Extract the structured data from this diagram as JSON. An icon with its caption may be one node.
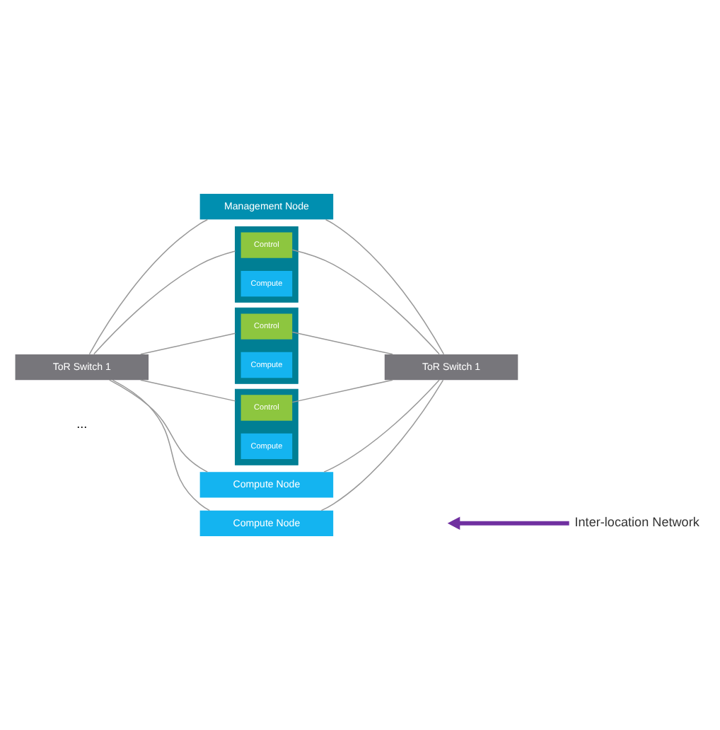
{
  "diagram": {
    "nodes": [
      {
        "text": [
          "ToR Switch 1"
        ]
      },
      {
        "text": [
          "ToR Switch 1"
        ]
      },
      {
        "text": [
          "Management Node"
        ]
      },
      {
        "text": [],
        "shape": "box"
      },
      {
        "text": [
          "Control"
        ],
        "in": 3
      },
      {
        "text": [
          "Compute"
        ],
        "in": 3
      },
      {
        "text": [],
        "shape": "box"
      },
      {
        "text": [
          "Control"
        ],
        "in": 6
      },
      {
        "text": [
          "Compute"
        ],
        "in": 6
      },
      {
        "text": [],
        "shape": "box"
      },
      {
        "text": [
          "Control"
        ],
        "in": 9
      },
      {
        "text": [
          "Compute"
        ],
        "in": 9
      },
      {
        "text": [
          "Compute Node"
        ]
      },
      {
        "text": [
          "Compute Node"
        ]
      },
      {
        "text": [
          "Inter-location Network"
        ]
      }
    ],
    "edges": [
      {
        "from": 0,
        "to": 2,
        "arrow": "none"
      },
      {
        "from": 0,
        "to": 3,
        "arrow": "none"
      },
      {
        "from": 0,
        "to": 6,
        "arrow": "none"
      },
      {
        "from": 0,
        "to": 9,
        "arrow": "none"
      },
      {
        "from": 0,
        "to": 12,
        "arrow": "none"
      },
      {
        "from": 0,
        "to": 13,
        "arrow": "none"
      },
      {
        "from": 1,
        "to": 2,
        "arrow": "none"
      },
      {
        "from": 1,
        "to": 3,
        "arrow": "none"
      },
      {
        "from": 1,
        "to": 6,
        "arrow": "none"
      },
      {
        "from": 1,
        "to": 9,
        "arrow": "none"
      },
      {
        "from": 1,
        "to": 12,
        "arrow": "none"
      },
      {
        "from": 1,
        "to": 13,
        "arrow": "none"
      },
      {
        "from": 14,
        "to": null,
        "arrow": "to",
        "style": "thick",
        "color": "#7030a0"
      }
    ],
    "labels": [
      "..."
    ]
  }
}
